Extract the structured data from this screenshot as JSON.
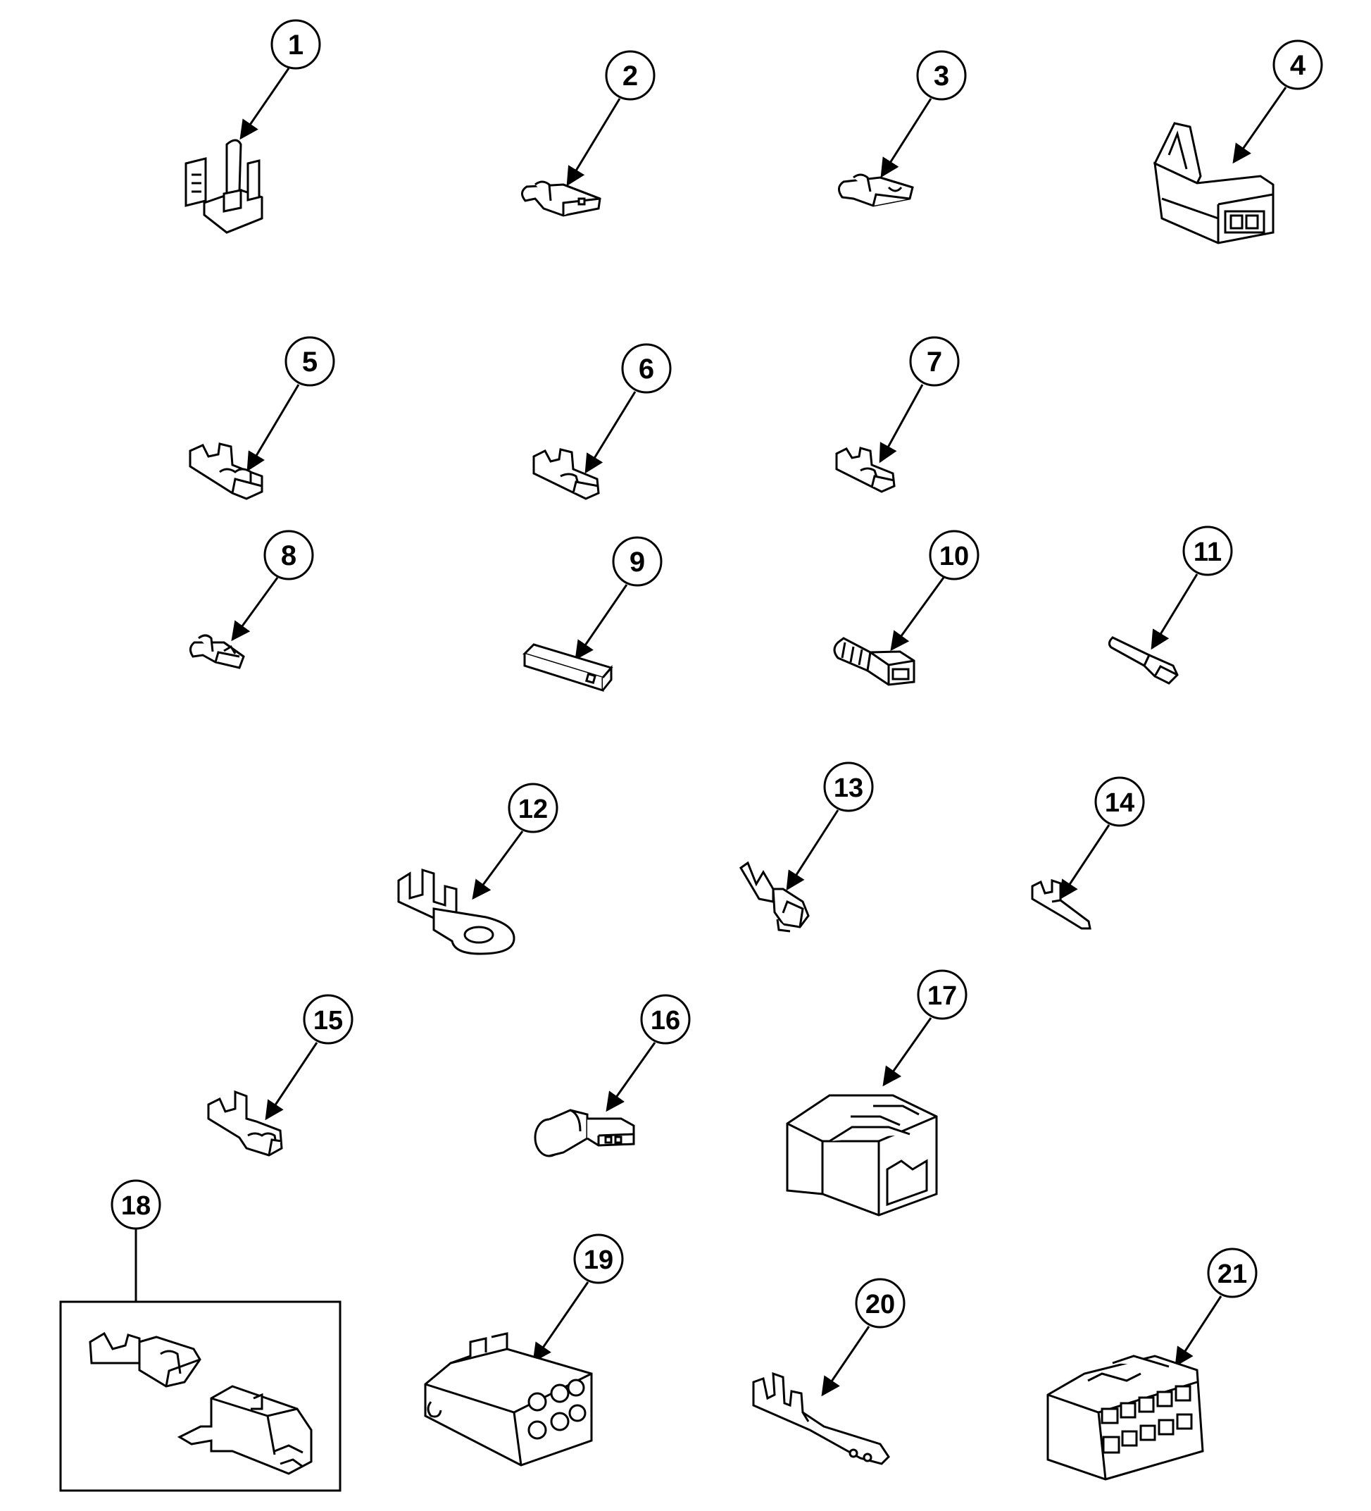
{
  "diagram": {
    "callouts": [
      "1",
      "2",
      "3",
      "4",
      "5",
      "6",
      "7",
      "8",
      "9",
      "10",
      "11",
      "12",
      "13",
      "14",
      "15",
      "16",
      "17",
      "18",
      "19",
      "20",
      "21"
    ],
    "parts": [
      {
        "callout": "1",
        "icon": "connector-clip-icon"
      },
      {
        "callout": "2",
        "icon": "female-terminal-icon"
      },
      {
        "callout": "3",
        "icon": "female-terminal-icon"
      },
      {
        "callout": "4",
        "icon": "connector-housing-icon"
      },
      {
        "callout": "5",
        "icon": "female-terminal-icon"
      },
      {
        "callout": "6",
        "icon": "female-terminal-icon"
      },
      {
        "callout": "7",
        "icon": "female-terminal-icon"
      },
      {
        "callout": "8",
        "icon": "female-terminal-icon"
      },
      {
        "callout": "9",
        "icon": "insulator-housing-icon"
      },
      {
        "callout": "10",
        "icon": "insulated-terminal-icon"
      },
      {
        "callout": "11",
        "icon": "insulated-terminal-icon"
      },
      {
        "callout": "12",
        "icon": "ring-terminal-icon"
      },
      {
        "callout": "13",
        "icon": "crimp-terminal-icon"
      },
      {
        "callout": "14",
        "icon": "crimp-terminal-icon"
      },
      {
        "callout": "15",
        "icon": "female-terminal-icon"
      },
      {
        "callout": "16",
        "icon": "flag-terminal-icon"
      },
      {
        "callout": "17",
        "icon": "connector-housing-icon"
      },
      {
        "callout": "18",
        "icon": "terminal-kit-icon"
      },
      {
        "callout": "19",
        "icon": "six-pin-connector-icon"
      },
      {
        "callout": "20",
        "icon": "pin-terminal-icon"
      },
      {
        "callout": "21",
        "icon": "ten-pin-connector-icon"
      }
    ]
  }
}
